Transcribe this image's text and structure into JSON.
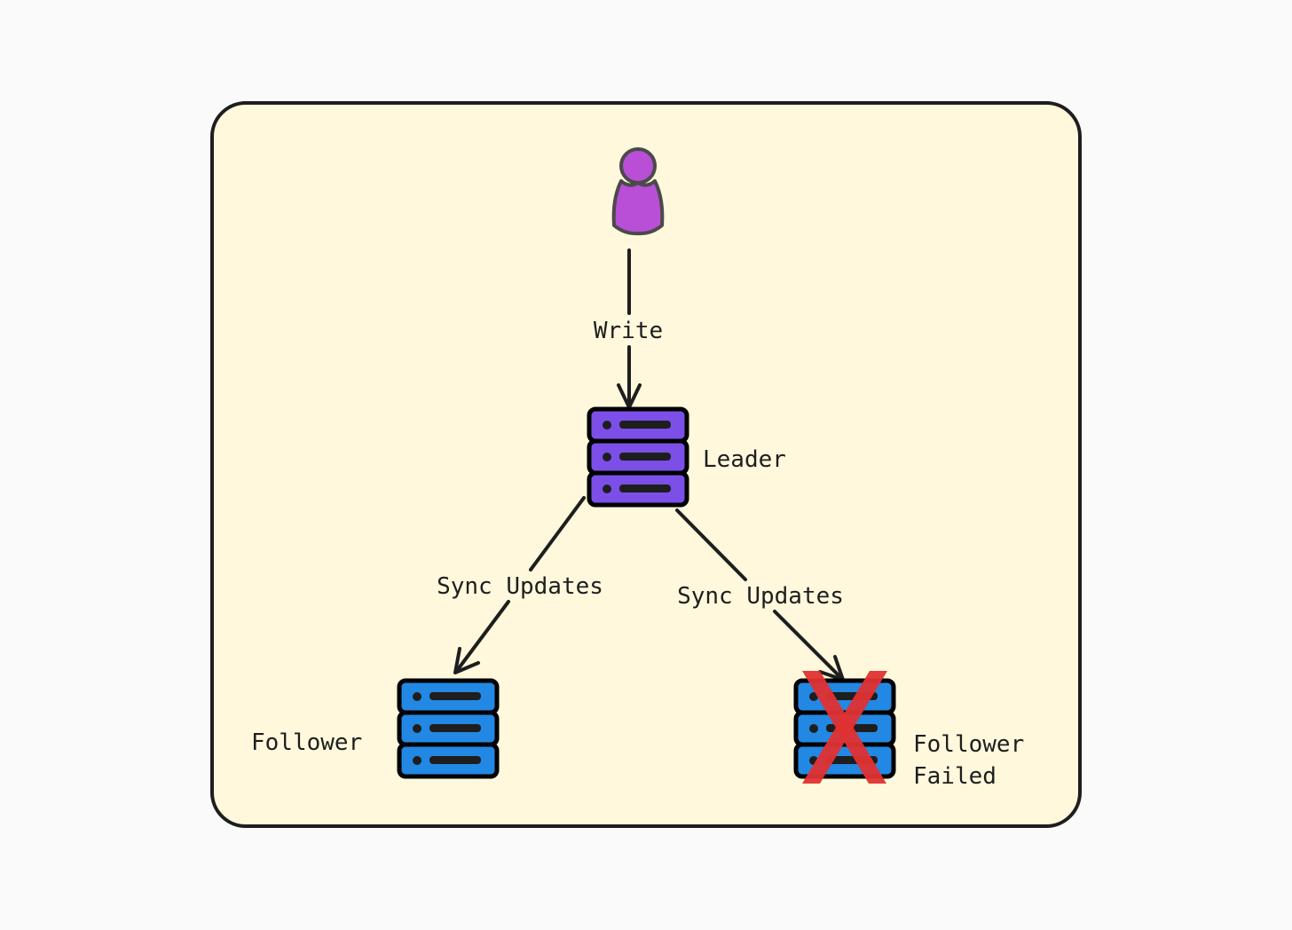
{
  "colors": {
    "page_background": "#fafafa",
    "panel_fill": "#fff8dc",
    "stroke": "#1e1e1e",
    "user_fill": "#b84fd6",
    "user_stroke": "#4a4a4a",
    "leader_fill": "#7c4fe8",
    "follower_fill": "#2288e3",
    "failure_mark": "#e03131"
  },
  "icons": {
    "user": "person-icon",
    "leader": "server-stack-icon",
    "follower": "server-stack-icon",
    "failed": "cross-icon"
  },
  "diagram": {
    "edges": {
      "write": {
        "label": "Write"
      },
      "sync_left": {
        "label": "Sync Updates"
      },
      "sync_right": {
        "label": "Sync Updates"
      }
    },
    "nodes": {
      "leader": {
        "label": "Leader"
      },
      "follower": {
        "label": "Follower"
      },
      "failed_follower": {
        "label_line1": "Follower",
        "label_line2": "Failed"
      }
    }
  }
}
